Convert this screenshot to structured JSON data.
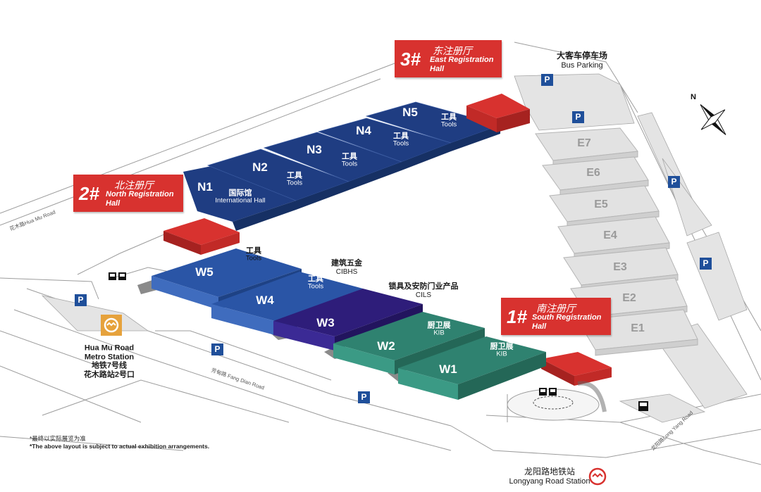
{
  "colors": {
    "north_hall": "#1f3d82",
    "west_blue": "#2a55a6",
    "w3_purple": "#2e1d7a",
    "kib_green": "#2f8270",
    "east_gray": "#e4e4e4",
    "registration_red": "#d8322f",
    "parking_blue": "#1f4f9a",
    "metro_orange": "#e6a23c"
  },
  "halls": {
    "N1": {
      "id": "N1",
      "zh": "国际馆",
      "en": "International Hall"
    },
    "N2": {
      "id": "N2",
      "zh": "工具",
      "en": "Tools"
    },
    "N3": {
      "id": "N3",
      "zh": "工具",
      "en": "Tools"
    },
    "N4": {
      "id": "N4",
      "zh": "工具",
      "en": "Tools"
    },
    "N5": {
      "id": "N5",
      "zh": "工具",
      "en": "Tools"
    },
    "W5": {
      "id": "W5",
      "zh": "工具",
      "en": "Tools"
    },
    "W4": {
      "id": "W4",
      "zh": "工具",
      "en": "Tools"
    },
    "W3": {
      "id": "W3"
    },
    "W2": {
      "id": "W2",
      "zh": "厨卫展",
      "en": "KIB"
    },
    "W1": {
      "id": "W1",
      "zh": "厨卫展",
      "en": "KIB"
    },
    "E1": {
      "id": "E1"
    },
    "E2": {
      "id": "E2"
    },
    "E3": {
      "id": "E3"
    },
    "E4": {
      "id": "E4"
    },
    "E5": {
      "id": "E5"
    },
    "E6": {
      "id": "E6"
    },
    "E7": {
      "id": "E7"
    }
  },
  "product_labels": {
    "cibhs": {
      "zh": "建筑五金",
      "en": "CIBHS"
    },
    "cils": {
      "zh": "锁具及安防门业产品",
      "en": "CILS"
    }
  },
  "registration": {
    "east": {
      "num": "3#",
      "zh": "东注册厅",
      "en1": "East Registration",
      "en2": "Hall"
    },
    "north": {
      "num": "2#",
      "zh": "北注册厅",
      "en1": "North Registration",
      "en2": "Hall"
    },
    "south": {
      "num": "1#",
      "zh": "南注册厅",
      "en1": "South Registration",
      "en2": "Hall"
    }
  },
  "bus_parking": {
    "zh": "大客车停车场",
    "en": "Bus Parking"
  },
  "parking_symbol": "P",
  "metro": {
    "huamu": {
      "en1": "Hua Mu Road",
      "en2": "Metro Station",
      "zh1": "地铁7号线",
      "zh2": "花木路站2号口"
    },
    "longyang": {
      "zh": "龙阳路地铁站",
      "en": "Longyang  Road Station"
    }
  },
  "roads": {
    "huamu": "花木路Hua Mu Road",
    "fangdian": "芳甸路 Fang Dian Road",
    "longyang": "龙阳路Long Yang Road"
  },
  "compass": "N",
  "notes": {
    "zh": "*最终以实际展览为准",
    "en": "*The above layout is subject to actual exhibition arrangements."
  }
}
